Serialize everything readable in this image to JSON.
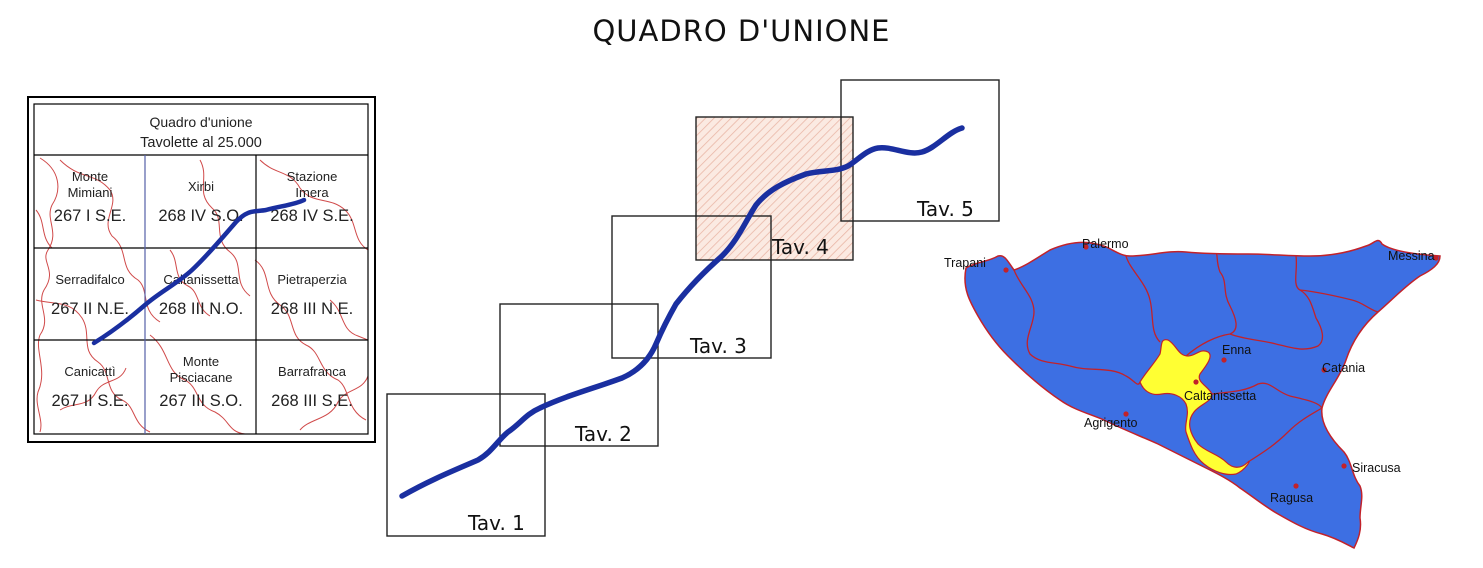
{
  "title": "QUADRO D'UNIONE",
  "index_grid": {
    "header_line1": "Quadro d'unione",
    "header_line2": "Tavolette al 25.000",
    "cells": [
      {
        "name_lines": [
          "Monte",
          "Mimiani"
        ],
        "code": "267 I S.E."
      },
      {
        "name_lines": [
          "Xirbi"
        ],
        "code": "268 IV S.O."
      },
      {
        "name_lines": [
          "Stazione",
          "Imera"
        ],
        "code": "268 IV S.E."
      },
      {
        "name_lines": [
          "Serradifalco"
        ],
        "code": "267 II N.E."
      },
      {
        "name_lines": [
          "Caltanissetta"
        ],
        "code": "268 III N.O."
      },
      {
        "name_lines": [
          "Pietraperzia"
        ],
        "code": "268 III N.E."
      },
      {
        "name_lines": [
          "Canicattì"
        ],
        "code": "267 II S.E."
      },
      {
        "name_lines": [
          "Monte",
          "Pisciacane"
        ],
        "code": "267 III S.O."
      },
      {
        "name_lines": [
          "Barrafranca"
        ],
        "code": "268 III S.E."
      }
    ]
  },
  "sheets": [
    {
      "label": "Tav. 1"
    },
    {
      "label": "Tav. 2"
    },
    {
      "label": "Tav. 3"
    },
    {
      "label": "Tav. 4",
      "highlighted": true
    },
    {
      "label": "Tav. 5"
    }
  ],
  "colors": {
    "route": "#1a2fa0",
    "region_fill": "#3d6fe3",
    "province_fill": "#ffff33",
    "border": "#c2222a",
    "hatch": "#e9b6a6",
    "hatch_bg": "#fbeae2"
  },
  "sicily_map": {
    "cities": [
      {
        "name": "Trapani"
      },
      {
        "name": "Palermo"
      },
      {
        "name": "Messina"
      },
      {
        "name": "Enna"
      },
      {
        "name": "Catania"
      },
      {
        "name": "Caltanissetta"
      },
      {
        "name": "Agrigento"
      },
      {
        "name": "Siracusa"
      },
      {
        "name": "Ragusa"
      }
    ]
  }
}
